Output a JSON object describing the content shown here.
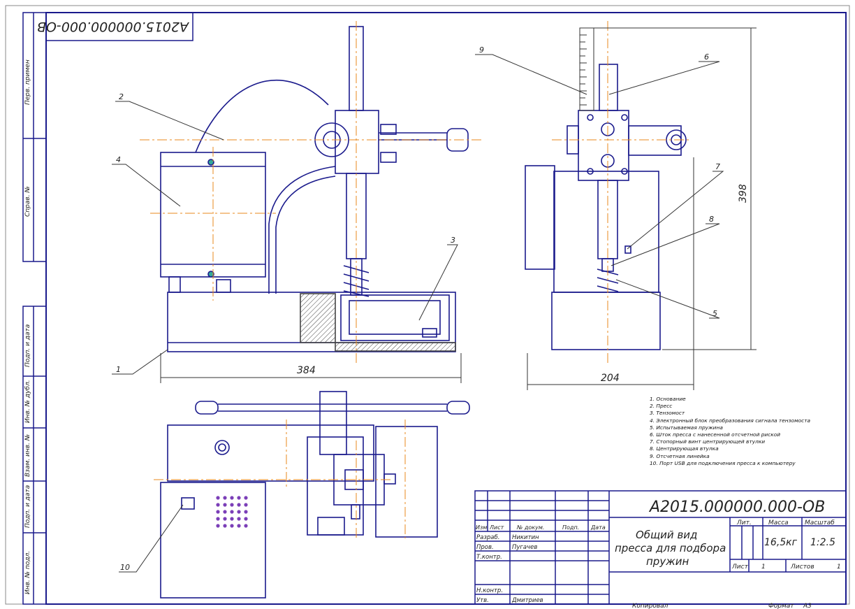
{
  "code_rotated": "А2015.000000.000-ОВ",
  "side_labels": [
    "Перв. примен",
    "Справ. №",
    "Подп. и дата",
    "Инв. № дубл.",
    "Взам. инв. №",
    "Подп. и дата",
    "Инв. № подл."
  ],
  "dimensions": {
    "width_front": "384",
    "width_side": "204",
    "height_side": "398"
  },
  "callouts": [
    "1",
    "2",
    "3",
    "4",
    "5",
    "6",
    "7",
    "8",
    "9",
    "10"
  ],
  "legend": [
    "1. Основание",
    "2. Пресс",
    "3. Тензомост",
    "4. Электронный блок преобразования сигнала тензомоста",
    "5. Испытываемая пружина",
    "6. Шток пресса с нанесенной отсчетной риской",
    "7. Стопорный винт центрирующей втулки",
    "8. Центрирующая втулка",
    "9. Отсчетная линейка",
    "10. Порт USB для подключения пресса к компьютеру"
  ],
  "title_block": {
    "designation": "А2015.000000.000-ОВ",
    "title_lines": [
      "Общий вид",
      "пресса для подбора",
      "пружин"
    ],
    "cols": [
      "Изм",
      "Лист",
      "№ докум.",
      "Подп.",
      "Дата"
    ],
    "roles": [
      "Разраб.",
      "Пров.",
      "Т.контр.",
      "Н.контр.",
      "Утв."
    ],
    "names": [
      "Никитин",
      "Пугачев",
      "",
      "",
      "Дмитриев"
    ],
    "lit_label": "Лит.",
    "mass_label": "Масса",
    "scale_label": "Масштаб",
    "mass": "16,5кг",
    "scale": "1:2.5",
    "sheet_label": "Лист",
    "sheet": "1",
    "sheets_label": "Листов",
    "sheets": "1",
    "copied": "Копировал",
    "format_label": "Формат",
    "format": "А3"
  },
  "colors": {
    "line": "#1a1a8c",
    "axis": "#e8891c",
    "dim": "#333333",
    "hatch": "#444444",
    "accent": "#c0392b"
  }
}
